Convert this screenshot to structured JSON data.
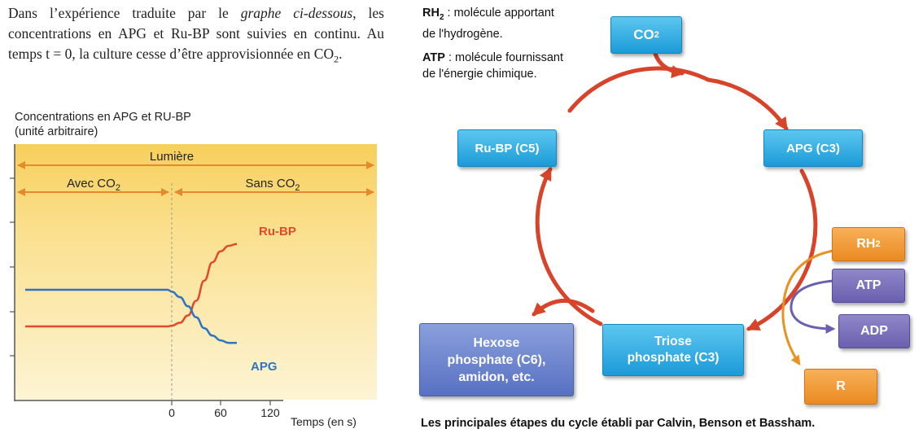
{
  "intro": {
    "part1": "Dans l’expérience traduite par le ",
    "italic": "graphe ci-dessous",
    "part2": ", les concentrations en APG et Ru-BP sont suivies en continu. Au temps t = 0, la culture cesse d’être approvisionnée en CO",
    "sub": "2",
    "end": "."
  },
  "legend": {
    "rh2_term": "RH",
    "rh2_sub": "2",
    "rh2_def": " : molécule apportant",
    "rh2_def2": "de l'hydrogène.",
    "atp_term": "ATP",
    "atp_def": " : molécule fournissant",
    "atp_def2": "de l'énergie chimique."
  },
  "chart": {
    "title_line1": "Concentrations en APG et RU-BP",
    "title_line2": "(unité arbitraire)",
    "lumiere": "Lumière",
    "avec": "Avec CO",
    "sans": "Sans CO",
    "sub2": "2",
    "ticks": [
      "0",
      "60",
      "120"
    ],
    "xlabel": "Temps (en s)",
    "colors": {
      "rubp": "#e04a2c",
      "apg": "#2f74c2",
      "arrow": "#e48a2a",
      "bg_top": "#f7cf5c",
      "bg_bottom": "#fdf2cc"
    }
  },
  "chart_data": {
    "type": "line",
    "xlabel": "Temps (en s)",
    "x_ticks": [
      0,
      60,
      120
    ],
    "x": [
      -180,
      -120,
      -60,
      -5,
      0,
      10,
      20,
      30,
      40,
      50,
      60,
      70,
      80
    ],
    "series": [
      {
        "name": "Ru-BP",
        "values": [
          1,
          1,
          1,
          1,
          1.02,
          1.1,
          1.3,
          1.7,
          2.25,
          2.75,
          3.05,
          3.2,
          3.25
        ]
      },
      {
        "name": "APG",
        "values": [
          2,
          2,
          2,
          2,
          1.95,
          1.8,
          1.55,
          1.25,
          0.95,
          0.75,
          0.62,
          0.55,
          0.55
        ]
      }
    ]
  },
  "cycle": {
    "co2": "CO",
    "co2_sub": "2",
    "apg": "APG (C3)",
    "rubp": "Ru-BP (C5)",
    "triose_1": "Triose",
    "triose_2": "phosphate (C3)",
    "hexose_1": "Hexose",
    "hexose_2": "phosphate (C6),",
    "hexose_3": "amidon, etc.",
    "rh2": "RH",
    "rh2_sub": "2",
    "atp": "ATP",
    "adp": "ADP",
    "r": "R",
    "colors": {
      "cycle_arrow": "#d8442a",
      "blue_box": "#1c9ad8",
      "orange_box": "#ea8a22",
      "purple_box": "#6a60b0",
      "navy_box": "#5870c2"
    }
  },
  "caption": "Les principales étapes du cycle établi par Calvin, Benson et Bassham."
}
